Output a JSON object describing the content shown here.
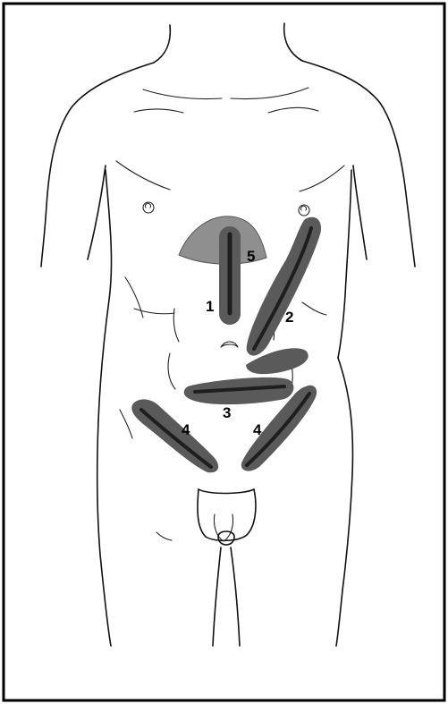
{
  "figure": {
    "incision_labels": [
      "1",
      "2",
      "3",
      "4",
      "4",
      "5"
    ]
  },
  "colors": {
    "border": "#000000",
    "incision_fill": "#5a5a5a",
    "incision_core": "#1e1e1e",
    "region_fill": "#8f8f8f",
    "line": "#111111"
  }
}
